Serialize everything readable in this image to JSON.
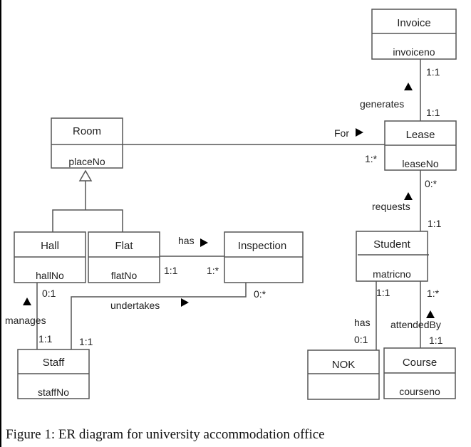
{
  "diagram": {
    "entities": {
      "invoice": {
        "name": "Invoice",
        "attr": "invoiceno"
      },
      "room": {
        "name": "Room",
        "attr": "placeNo"
      },
      "lease": {
        "name": "Lease",
        "attr": "leaseNo"
      },
      "hall": {
        "name": "Hall",
        "attr": "hallNo"
      },
      "flat": {
        "name": "Flat",
        "attr": "flatNo"
      },
      "inspection": {
        "name": "Inspection",
        "attr": ""
      },
      "student": {
        "name": "Student",
        "attr": "matricno"
      },
      "staff": {
        "name": "Staff",
        "attr": "staffNo"
      },
      "nok": {
        "name": "NOK",
        "attr": ""
      },
      "course": {
        "name": "Course",
        "attr": "courseno"
      }
    },
    "relationships": {
      "generates": {
        "label": "generates",
        "card_invoice": "1:1",
        "card_lease": "1:1",
        "direction": "up"
      },
      "for": {
        "label": "For",
        "card_lease": "1:*",
        "direction": "right"
      },
      "requests": {
        "label": "requests",
        "card_lease": "0:*",
        "card_student": "1:1",
        "direction": "up"
      },
      "has_inspection": {
        "label": "has",
        "card_flat": "1:1",
        "card_inspection": "1:*",
        "direction": "right"
      },
      "undertakes": {
        "label": "undertakes",
        "card_inspection": "0:*",
        "card_staff": "1:1",
        "direction": "right"
      },
      "manages": {
        "label": "manages",
        "card_hall": "0:1",
        "card_staff": "1:1",
        "direction": "up"
      },
      "has_nok": {
        "label": "has",
        "card_student": "1:1",
        "card_nok": "0:1"
      },
      "attendedBy": {
        "label": "attendedBy",
        "card_student": "1:*",
        "card_course": "1:1",
        "direction": "up"
      }
    }
  },
  "caption": "Figure 1: ER diagram for university accommodation office"
}
